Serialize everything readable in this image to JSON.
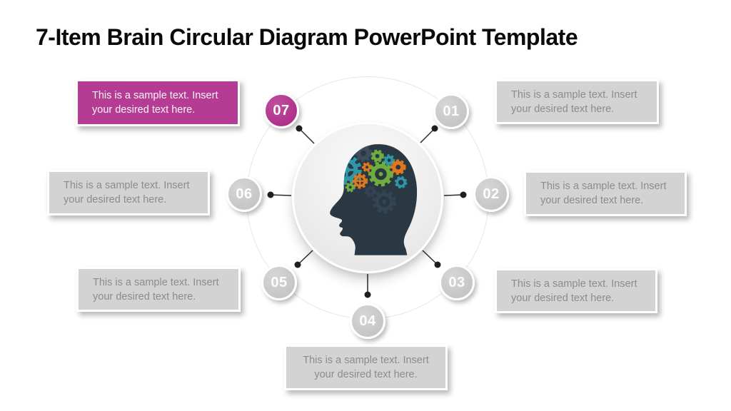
{
  "title": "7-Item Brain Circular Diagram PowerPoint Template",
  "items": [
    {
      "number": "01",
      "line1": "This is a sample text. Insert",
      "line2": "your desired text here."
    },
    {
      "number": "02",
      "line1": "This is a sample text. Insert",
      "line2": "your desired text here."
    },
    {
      "number": "03",
      "line1": "This is a sample text. Insert",
      "line2": "your desired text here."
    },
    {
      "number": "04",
      "line1": "This is a sample text. Insert",
      "line2": "your desired text here."
    },
    {
      "number": "05",
      "line1": "This is a sample text. Insert",
      "line2": "your desired text here."
    },
    {
      "number": "06",
      "line1": "This is a sample text. Insert",
      "line2": "your desired text here."
    },
    {
      "number": "07",
      "line1": "This is a sample text. Insert",
      "line2": "your desired text here."
    }
  ],
  "center_icon": "head-profile-with-gears",
  "palette": {
    "accent_magenta": "#b53c93",
    "accent_magenta_dark": "#ae2f88",
    "box_gray": "#d3d3d3",
    "box_text_gray": "#8c8c8c",
    "circle_gray": "#c9c9c9",
    "ring_gray": "#e7e7e7",
    "connector_black": "#222222",
    "head_dark_slate": "#2a3844",
    "gear_teal": "#2f98a8",
    "gear_green": "#6fae3e",
    "gear_orange": "#e0771f",
    "title_black": "#0a0a0a"
  }
}
